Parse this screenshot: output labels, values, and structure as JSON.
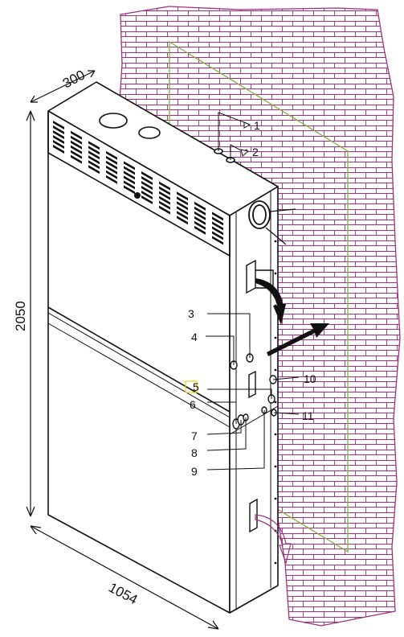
{
  "dimensions": {
    "depth": "300",
    "height": "2050",
    "width": "1054"
  },
  "callouts": [
    "1",
    "2",
    "3",
    "4",
    "5",
    "6",
    "7",
    "8",
    "9",
    "10",
    "11"
  ],
  "colors": {
    "brick_wall": "#a0307f",
    "mounting_frame": "#7fb23a",
    "outline": "#111111",
    "highlight_box": "#f2d21b",
    "arrow_fill": "#111111"
  },
  "highlighted_callout": "5"
}
